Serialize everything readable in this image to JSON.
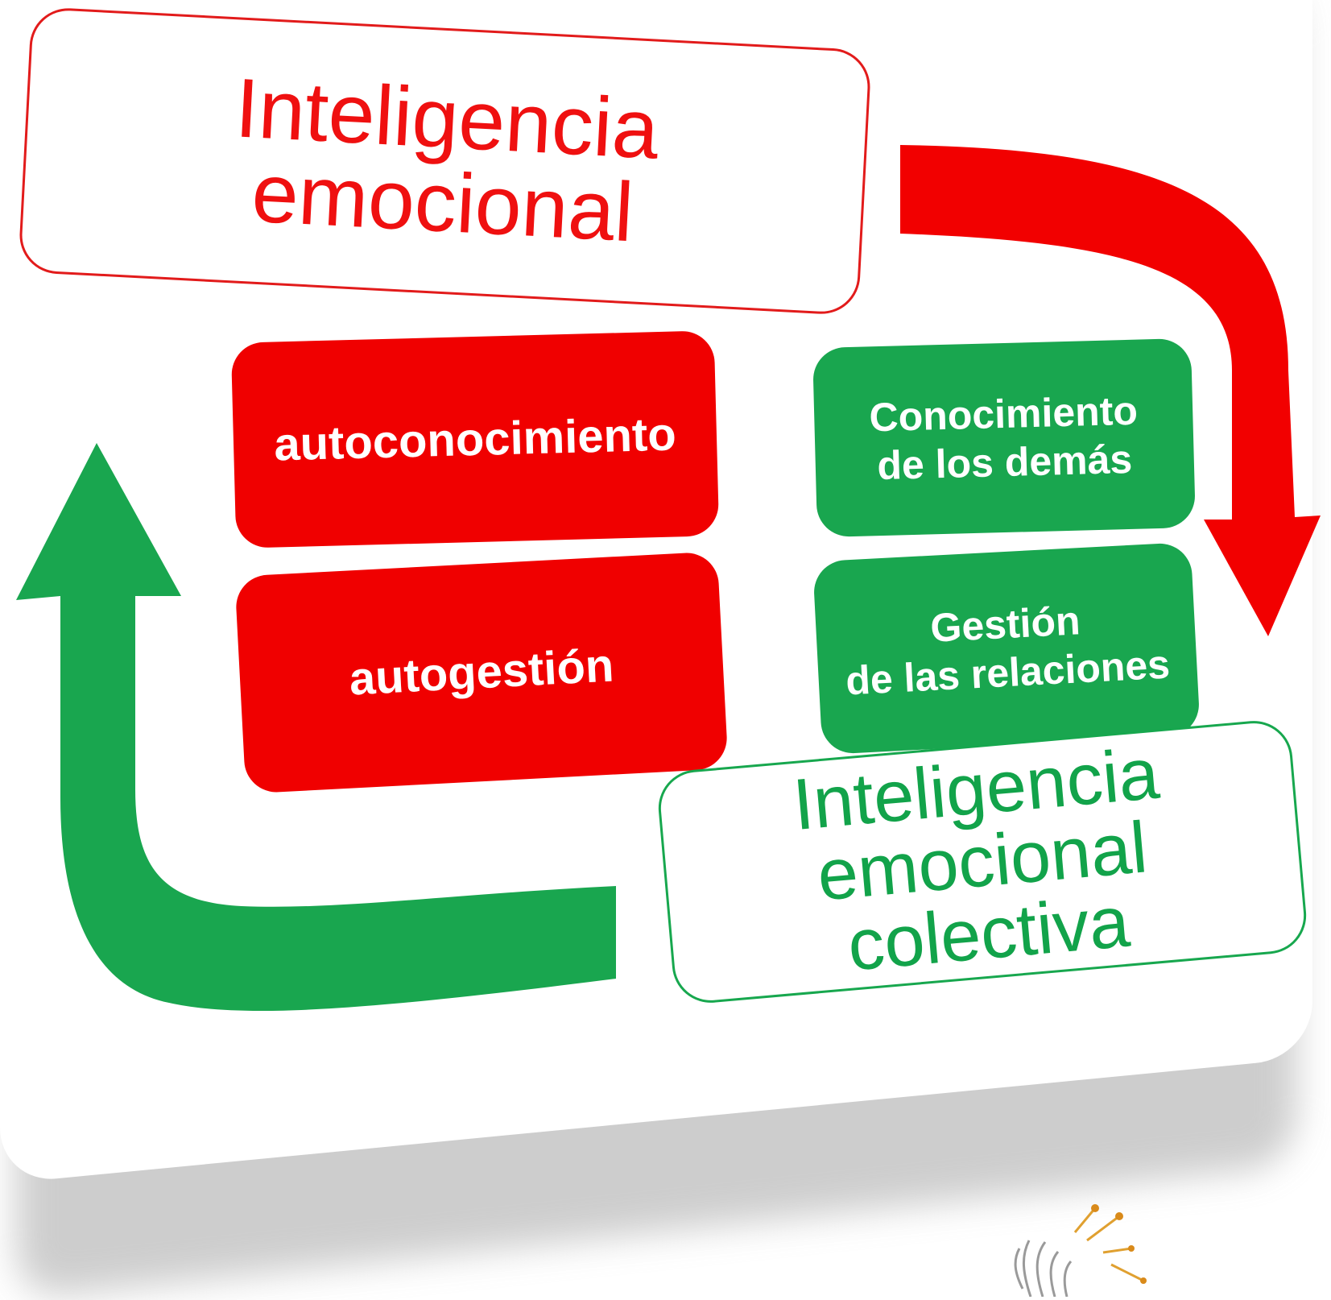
{
  "top_title": {
    "line1": "Inteligencia",
    "line2": "emocional"
  },
  "boxes": {
    "self_awareness": {
      "line1": "autoconocimiento"
    },
    "self_management": {
      "line1": "autogestión"
    },
    "others_awareness": {
      "line1": "Conocimiento",
      "line2": "de los demás"
    },
    "relationship_management": {
      "line1": "Gestión",
      "line2": "de las relaciones"
    }
  },
  "bottom_title": {
    "line1": "Inteligencia",
    "line2": "emocional colectiva"
  },
  "colors": {
    "red": "#f00000",
    "green": "#19a64f"
  }
}
